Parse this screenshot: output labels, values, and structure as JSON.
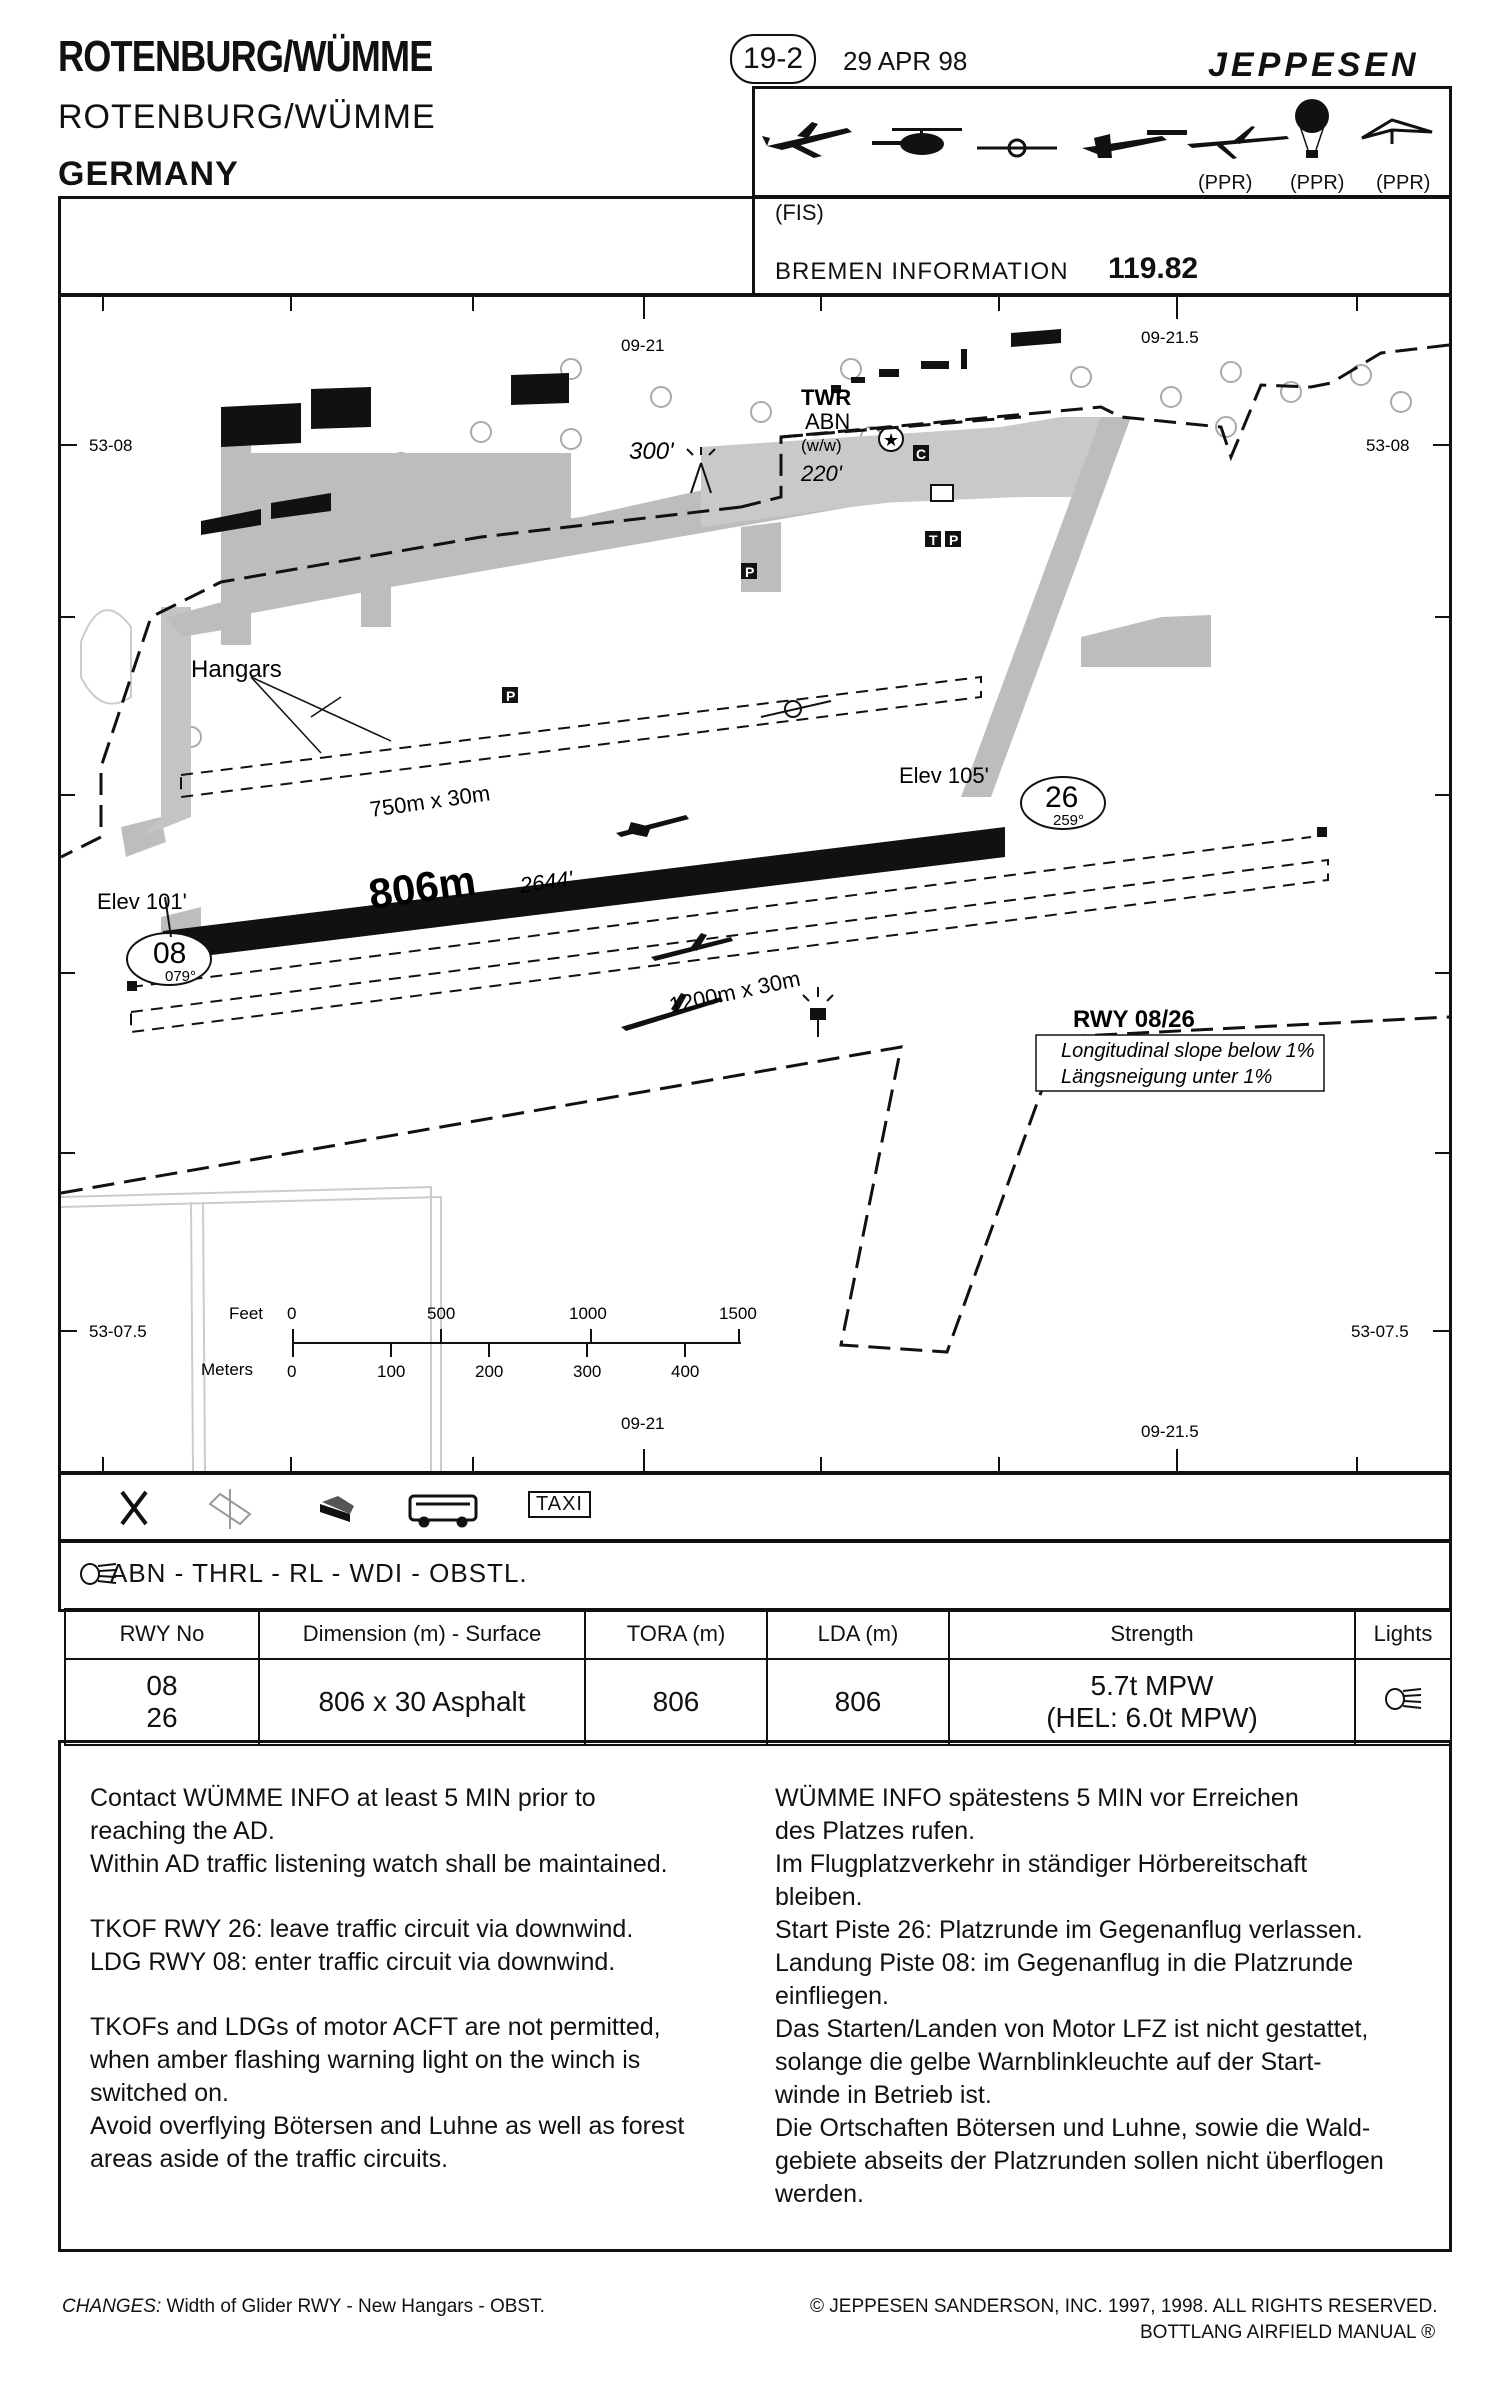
{
  "header": {
    "title": "ROTENBURG/WÜMME",
    "subtitle": "ROTENBURG/WÜMME",
    "country": "GERMANY",
    "chart_number": "19-2",
    "date": "29 APR 98",
    "brand": "JEPPESEN"
  },
  "traffic": {
    "icons": [
      "airplane-icon",
      "helicopter-icon",
      "ultralight-icon",
      "motorglider-icon",
      "glider-icon",
      "balloon-icon",
      "hangglider-icon"
    ],
    "ppr_labels": [
      "(PPR)",
      "(PPR)",
      "(PPR)"
    ]
  },
  "comms": {
    "fis": "(FIS)",
    "label": "BREMEN INFORMATION",
    "frequency": "119.82"
  },
  "map": {
    "lon_top_left": "09-21",
    "lon_top_right": "09-21.5",
    "lon_bottom_left": "09-21",
    "lon_bottom_right": "09-21.5",
    "lat_top_left": "53-08",
    "lat_top_right": "53-08",
    "lat_bottom_left": "53-07.5",
    "lat_bottom_right": "53-07.5",
    "obstacle_elev": "300'",
    "twr": "TWR",
    "abn": "ABN",
    "abn_color": "(w/w)",
    "abn_elev": "220'",
    "hangars": "Hangars",
    "glider_rwy_upper": "750m x 30m",
    "glider_rwy_lower": "1200m x 30m",
    "main_rwy_m": "806m",
    "main_rwy_ft": "2644'",
    "elev_east": "Elev 105'",
    "elev_west": "Elev 101'",
    "rwy08": "08",
    "rwy08_hdg": "079°",
    "rwy26": "26",
    "rwy26_hdg": "259°",
    "rwy_box_title": "RWY 08/26",
    "rwy_box_en": "Longitudinal slope below 1%",
    "rwy_box_de": "Längsneigung unter 1%",
    "parking": "P",
    "terminal": "T",
    "customs": "C",
    "scale_feet_label": "Feet",
    "scale_meters_label": "Meters",
    "scale_feet": [
      "0",
      "500",
      "1000",
      "1500"
    ],
    "scale_meters": [
      "0",
      "100",
      "200",
      "300",
      "400"
    ]
  },
  "services": {
    "icons": [
      "restaurant-icon",
      "repair-icon",
      "fuel-icon",
      "bus-icon"
    ],
    "taxi": "TAXI"
  },
  "lighting": "ABN - THRL - RL - WDI - OBSTL.",
  "table": {
    "headers": [
      "RWY No",
      "Dimension (m) - Surface",
      "TORA (m)",
      "LDA (m)",
      "Strength",
      "Lights"
    ],
    "rwy_a": "08",
    "rwy_b": "26",
    "dimension": "806 x 30 Asphalt",
    "tora": "806",
    "lda": "806",
    "strength_a": "5.7t MPW",
    "strength_b": "(HEL: 6.0t MPW)"
  },
  "notes_en": [
    "Contact WÜMME INFO at least 5 MIN prior to",
    "reaching the AD.",
    "Within AD traffic listening watch shall be maintained.",
    "TKOF RWY 26: leave traffic circuit via downwind.",
    "LDG RWY 08: enter traffic circuit via downwind.",
    "TKOFs and LDGs of motor ACFT are not permitted,",
    "when amber flashing warning light on the winch is",
    "switched on.",
    "Avoid overflying Bötersen and Luhne as well as forest",
    "areas aside of the traffic circuits."
  ],
  "notes_de": [
    "WÜMME INFO spätestens 5 MIN vor Erreichen",
    "des Platzes rufen.",
    "Im Flugplatzverkehr in ständiger Hörbereitschaft",
    "bleiben.",
    "Start Piste 26: Platzrunde im Gegenanflug verlassen.",
    "Landung Piste 08: im Gegenanflug in die Platzrunde",
    "einfliegen.",
    "Das Starten/Landen von Motor LFZ ist nicht gestattet,",
    "solange die gelbe Warnblinkleuchte auf der Start-",
    "winde in Betrieb ist.",
    "Die Ortschaften Bötersen und Luhne, sowie die Wald-",
    "gebiete abseits der Platzrunden sollen nicht überflogen",
    "werden."
  ],
  "footer": {
    "changes_label": "CHANGES:",
    "changes": "Width of Glider RWY - New Hangars - OBST.",
    "copyright": "© JEPPESEN SANDERSON, INC. 1997, 1998. ALL RIGHTS RESERVED.",
    "manual": "BOTTLANG AIRFIELD MANUAL ®"
  }
}
